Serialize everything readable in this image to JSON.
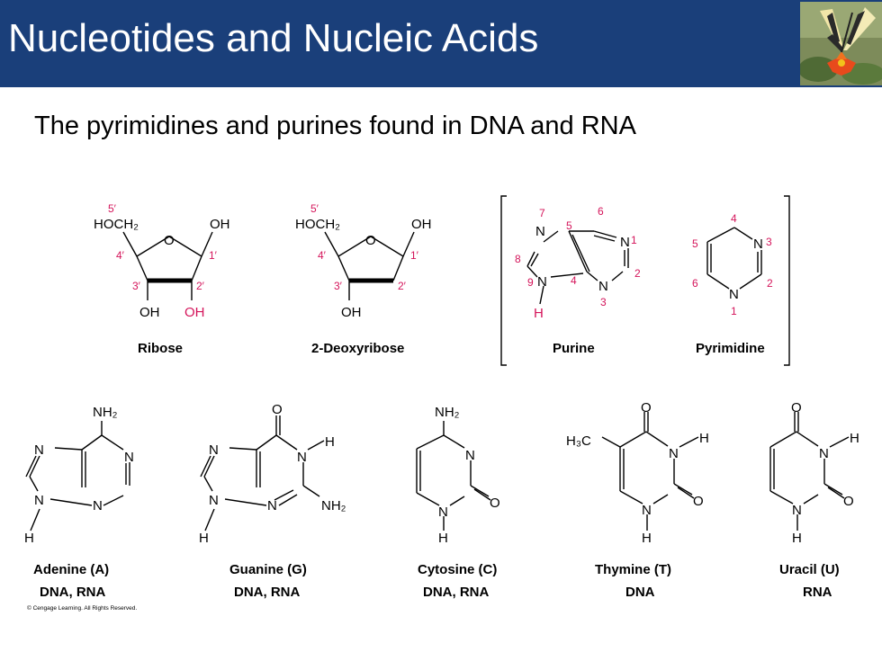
{
  "slide": {
    "title": "Nucleotides and Nucleic Acids",
    "subtitle": "The pyrimidines and purines found in DNA and RNA"
  },
  "colors": {
    "header": "#1a3f7a",
    "title_text": "#ffffff",
    "numbering": "#d4145a"
  },
  "icons": {
    "header_image": "butterfly-on-flower-image"
  },
  "structures": {
    "ribose": {
      "name": "Ribose",
      "atoms": {
        "hoch2": "HOCH₂",
        "oh_right": "OH",
        "ring_o": "O",
        "oh_3": "OH",
        "oh_2": "OH"
      },
      "numbers": {
        "c5": "5′",
        "c4": "4′",
        "c3": "3′",
        "c2": "2′",
        "c1": "1′"
      }
    },
    "deoxyribose": {
      "name": "2-Deoxyribose",
      "atoms": {
        "hoch2": "HOCH₂",
        "oh_right": "OH",
        "ring_o": "O",
        "oh_3": "OH"
      },
      "numbers": {
        "c5": "5′",
        "c4": "4′",
        "c3": "3′",
        "c2": "2′",
        "c1": "1′"
      }
    },
    "purine": {
      "name": "Purine",
      "atoms": {
        "n7": "N",
        "n1": "N",
        "n9": "N",
        "n3": "N",
        "h": "H"
      },
      "numbers": {
        "p1": "1",
        "p2": "2",
        "p3": "3",
        "p4": "4",
        "p5": "5",
        "p6": "6",
        "p7": "7",
        "p8": "8",
        "p9": "9"
      }
    },
    "pyrimidine": {
      "name": "Pyrimidine",
      "atoms": {
        "n3": "N",
        "n1": "N"
      },
      "numbers": {
        "p1": "1",
        "p2": "2",
        "p3": "3",
        "p4": "4",
        "p5": "5",
        "p6": "6"
      }
    },
    "adenine": {
      "name": "Adenine (A)",
      "occurs": "DNA, RNA",
      "atoms": {
        "nh2": "NH₂",
        "n7": "N",
        "n1": "N",
        "n9": "N",
        "n3": "N",
        "h": "H"
      }
    },
    "guanine": {
      "name": "Guanine (G)",
      "occurs": "DNA, RNA",
      "atoms": {
        "o": "O",
        "n7": "N",
        "n1": "N",
        "h1": "H",
        "n9": "N",
        "n3": "N",
        "nh2": "NH₂",
        "h9": "H"
      }
    },
    "cytosine": {
      "name": "Cytosine (C)",
      "occurs": "DNA, RNA",
      "atoms": {
        "nh2": "NH₂",
        "n3": "N",
        "n1": "N",
        "o": "O",
        "h": "H"
      }
    },
    "thymine": {
      "name": "Thymine (T)",
      "occurs": "DNA",
      "atoms": {
        "o4": "O",
        "h3c": "H₃C",
        "n3": "N",
        "h3": "H",
        "n1": "N",
        "o2": "O",
        "h1": "H"
      }
    },
    "uracil": {
      "name": "Uracil (U)",
      "occurs": "RNA",
      "atoms": {
        "o4": "O",
        "n3": "N",
        "h3": "H",
        "n1": "N",
        "o2": "O",
        "h1": "H"
      }
    }
  },
  "copyright": "© Cengage Learning. All Rights Reserved."
}
